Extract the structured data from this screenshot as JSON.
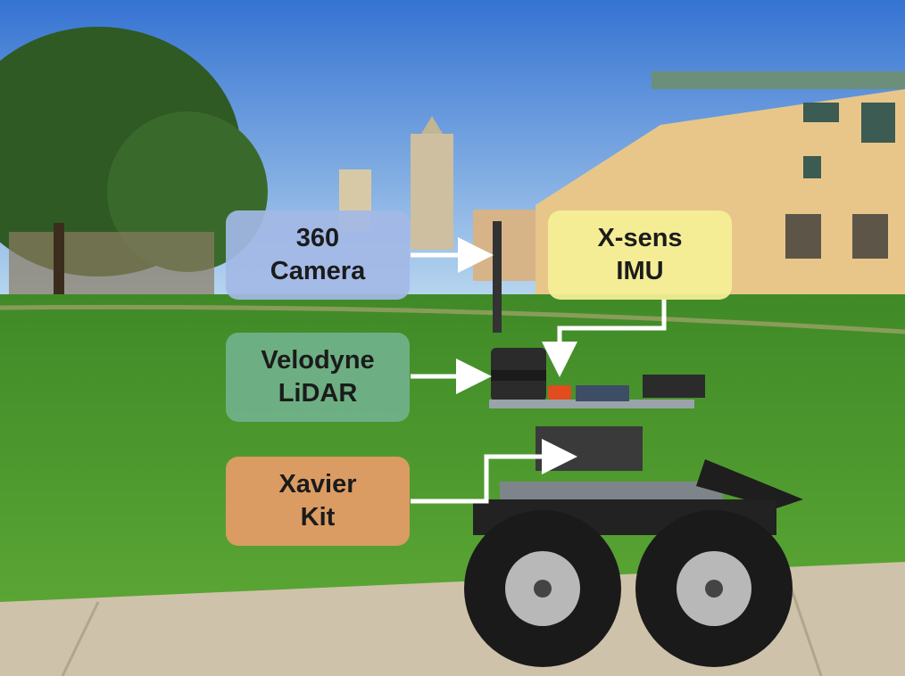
{
  "callouts": {
    "camera": "360\nCamera",
    "imu": "X-sens\nIMU",
    "lidar": "Velodyne\nLiDAR",
    "xavier": "Xavier\nKit"
  },
  "colors": {
    "sky_top": "#3f7fd6",
    "sky_bottom": "#a9cdea",
    "grass": "#4f9a2e",
    "building": "#e9c98c",
    "sidewalk": "#cfc3ad",
    "arrow": "#ffffff"
  }
}
